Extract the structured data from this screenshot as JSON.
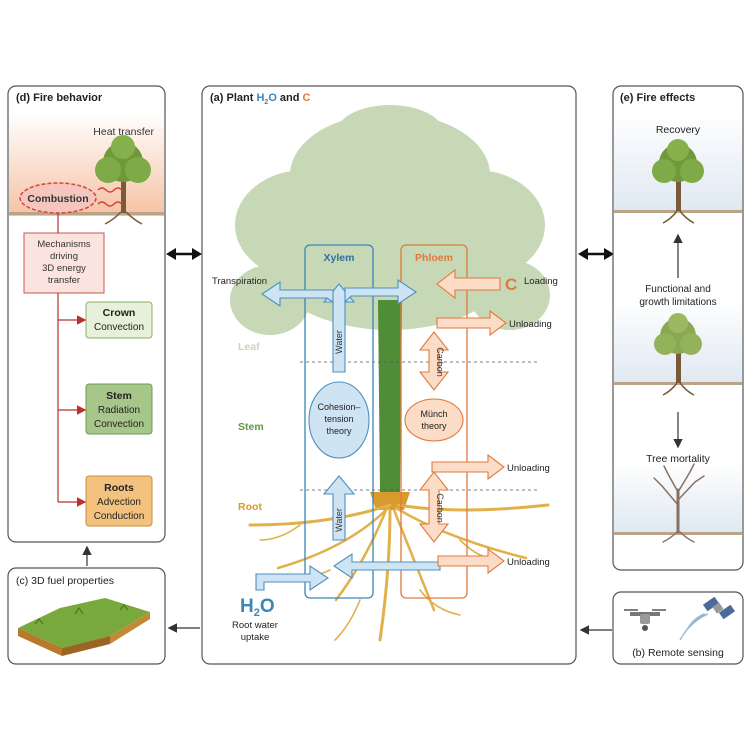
{
  "panel_d": {
    "title": "(d) Fire behavior",
    "heat_transfer": "Heat transfer",
    "combustion": "Combustion",
    "mechanisms": [
      "Mechanisms",
      "driving",
      "3D energy",
      "transfer"
    ],
    "crown": {
      "title": "Crown",
      "lines": [
        "Convection"
      ]
    },
    "stem": {
      "title": "Stem",
      "lines": [
        "Radiation",
        "Convection"
      ]
    },
    "roots": {
      "title": "Roots",
      "lines": [
        "Advection",
        "Conduction"
      ]
    }
  },
  "panel_a": {
    "title_prefix": "(a) Plant ",
    "title_h": "H",
    "title_2": "2",
    "title_o": "O",
    "title_and": " and ",
    "title_c": "C",
    "xylem": "Xylem",
    "phloem": "Phloem",
    "transpiration": "Transpiration",
    "loading": "Loading",
    "c_symbol": "C",
    "unloading": "Unloading",
    "leaf": "Leaf",
    "stem": "Stem",
    "root": "Root",
    "water": "Water",
    "carbon": "Carbon",
    "cohesion": [
      "Cohesion–",
      "tension",
      "theory"
    ],
    "munch": [
      "Münch",
      "theory"
    ],
    "h2o_h": "H",
    "h2o_2": "2",
    "h2o_o": "O",
    "root_uptake": [
      "Root water",
      "uptake"
    ]
  },
  "panel_e": {
    "title": "(e) Fire effects",
    "recovery": "Recovery",
    "functional": [
      "Functional and",
      "growth limitations"
    ],
    "mortality": "Tree mortality"
  },
  "panel_c": {
    "title": "(c) 3D fuel properties"
  },
  "panel_b": {
    "title": "(b) Remote sensing"
  },
  "colors": {
    "xylem": "#3a86b8",
    "phloem": "#e07a3c",
    "leaf_green": "#8aa866",
    "stem_green": "#5f9a3a",
    "root_orange": "#d99a2b",
    "combustion_red": "#d9443a"
  }
}
